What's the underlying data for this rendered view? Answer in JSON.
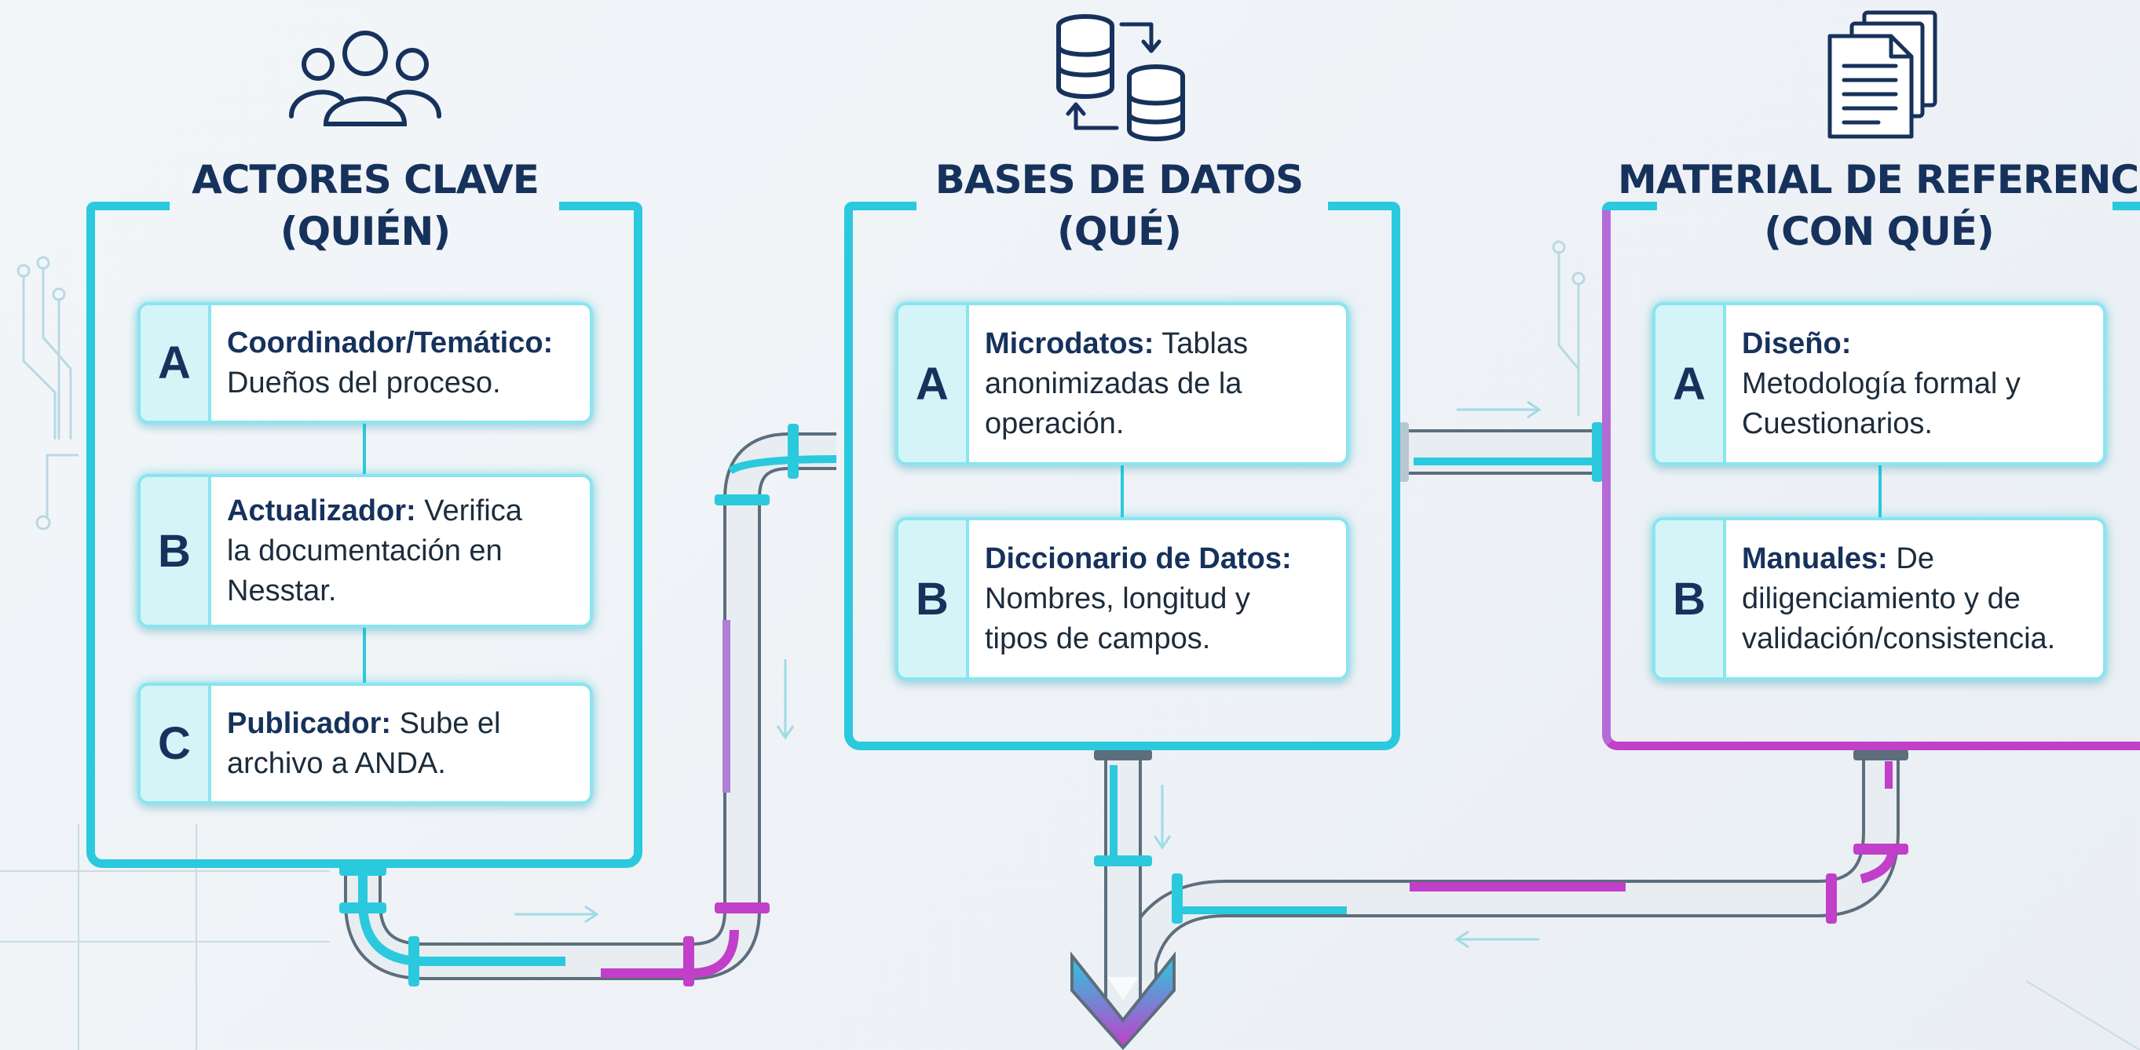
{
  "columns": [
    {
      "title_line1": "ACTORES CLAVE",
      "title_line2": "(QUIÉN)",
      "icon": "people-group-icon",
      "items": [
        {
          "letter": "A",
          "label": "Coordinador/Temático:",
          "text1": "Dueños del proceso.",
          "text2": ""
        },
        {
          "letter": "B",
          "label": "Actualizador:",
          "label_rest": " Verifica",
          "text1": "la documentación en",
          "text2": "Nesstar."
        },
        {
          "letter": "C",
          "label": "Publicador:",
          "label_rest": " Sube el",
          "text1": "archivo a ANDA.",
          "text2": ""
        }
      ]
    },
    {
      "title_line1": "BASES DE DATOS",
      "title_line2": "(QUÉ)",
      "icon": "database-transfer-icon",
      "items": [
        {
          "letter": "A",
          "label": "Microdatos:",
          "label_rest": " Tablas",
          "text1": "anonimizadas de la",
          "text2": "operación."
        },
        {
          "letter": "B",
          "label": "Diccionario de Datos:",
          "text1": "Nombres, longitud y",
          "text2": "tipos de campos."
        }
      ]
    },
    {
      "title_line1": "MATERIAL DE REFERENCIA",
      "title_line2": "(CON QUÉ)",
      "icon": "documents-stack-icon",
      "items": [
        {
          "letter": "A",
          "label": "Diseño:",
          "text1": "Metodología formal y",
          "text2": "Cuestionarios."
        },
        {
          "letter": "B",
          "label": "Manuales:",
          "label_rest": " De",
          "text1": "diligenciamiento y de",
          "text2": "validación/consistencia."
        }
      ]
    }
  ],
  "colors": {
    "cyan": "#2bc9dd",
    "magenta": "#c13fc9",
    "navy": "#16325c",
    "pipe": "#e4eaef"
  }
}
